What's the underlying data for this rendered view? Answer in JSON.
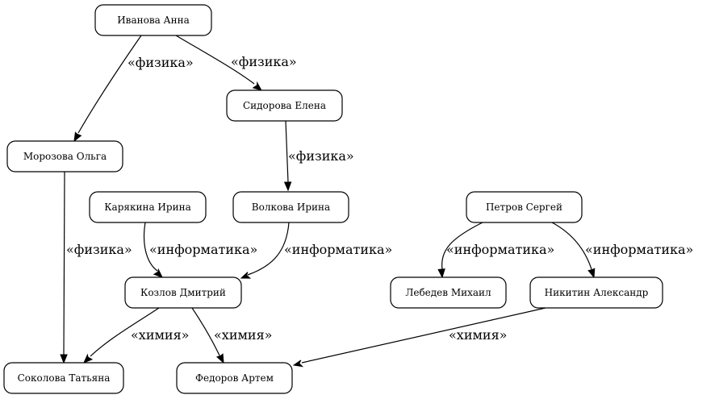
{
  "nodes": [
    {
      "id": "ivanova",
      "label": "Иванова Анна"
    },
    {
      "id": "sidorova",
      "label": "Сидорова Елена"
    },
    {
      "id": "morozova",
      "label": "Морозова Ольга"
    },
    {
      "id": "karyakina",
      "label": "Карякина Ирина"
    },
    {
      "id": "volkova",
      "label": "Волкова Ирина"
    },
    {
      "id": "petrov",
      "label": "Петров Сергей"
    },
    {
      "id": "kozlov",
      "label": "Козлов Дмитрий"
    },
    {
      "id": "lebedev",
      "label": "Лебедев Михаил"
    },
    {
      "id": "nikitin",
      "label": "Никитин Александр"
    },
    {
      "id": "sokolova",
      "label": "Соколова Татьяна"
    },
    {
      "id": "fedorov",
      "label": "Федоров Артем"
    }
  ],
  "edges": [
    {
      "from": "ivanova",
      "to": "morozova",
      "label": "«физика»"
    },
    {
      "from": "ivanova",
      "to": "sidorova",
      "label": "«физика»"
    },
    {
      "from": "sidorova",
      "to": "volkova",
      "label": "«физика»"
    },
    {
      "from": "morozova",
      "to": "sokolova",
      "label": "«физика»"
    },
    {
      "from": "karyakina",
      "to": "kozlov",
      "label": "«информатика»"
    },
    {
      "from": "volkova",
      "to": "kozlov",
      "label": "«информатика»"
    },
    {
      "from": "petrov",
      "to": "lebedev",
      "label": "«информатика»"
    },
    {
      "from": "petrov",
      "to": "nikitin",
      "label": "«информатика»"
    },
    {
      "from": "kozlov",
      "to": "sokolova",
      "label": "«химия»"
    },
    {
      "from": "kozlov",
      "to": "fedorov",
      "label": "«химия»"
    },
    {
      "from": "nikitin",
      "to": "fedorov",
      "label": "«химия»"
    }
  ]
}
